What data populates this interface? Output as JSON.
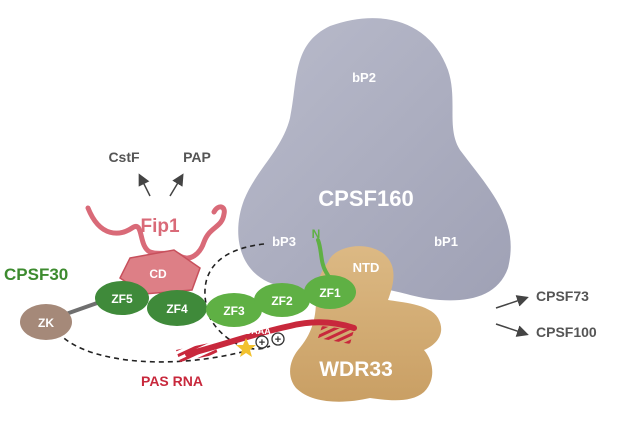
{
  "labels": {
    "cpsf160": "CPSF160",
    "bp1": "bP1",
    "bp2": "bP2",
    "bp3": "bP3",
    "n_term": "N",
    "ntd": "NTD",
    "wdr33": "WDR33",
    "cpsf30": "CPSF30",
    "fip1": "Fip1",
    "cd": "CD",
    "cstf": "CstF",
    "pap": "PAP",
    "zk": "ZK",
    "zf1": "ZF1",
    "zf2": "ZF2",
    "zf3": "ZF3",
    "zf4": "ZF4",
    "zf5": "ZF5",
    "rna_seq": "A4UAAA",
    "pas_rna": "PAS RNA",
    "cpsf73": "CPSF73",
    "cpsf100": "CPSF100",
    "plus": "+"
  },
  "colors": {
    "cpsf160": "#a9abbd",
    "wdr33": "#d3ad74",
    "zf_dark": "#3f8a3a",
    "zf_light": "#5fb044",
    "fip1": "#d96a78",
    "cd_fill": "#dd7f86",
    "zk": "#a58979",
    "rna": "#c8283c",
    "star": "#f2c12e",
    "cpsf30_text": "#3d8b2f",
    "arrow": "#444444"
  }
}
